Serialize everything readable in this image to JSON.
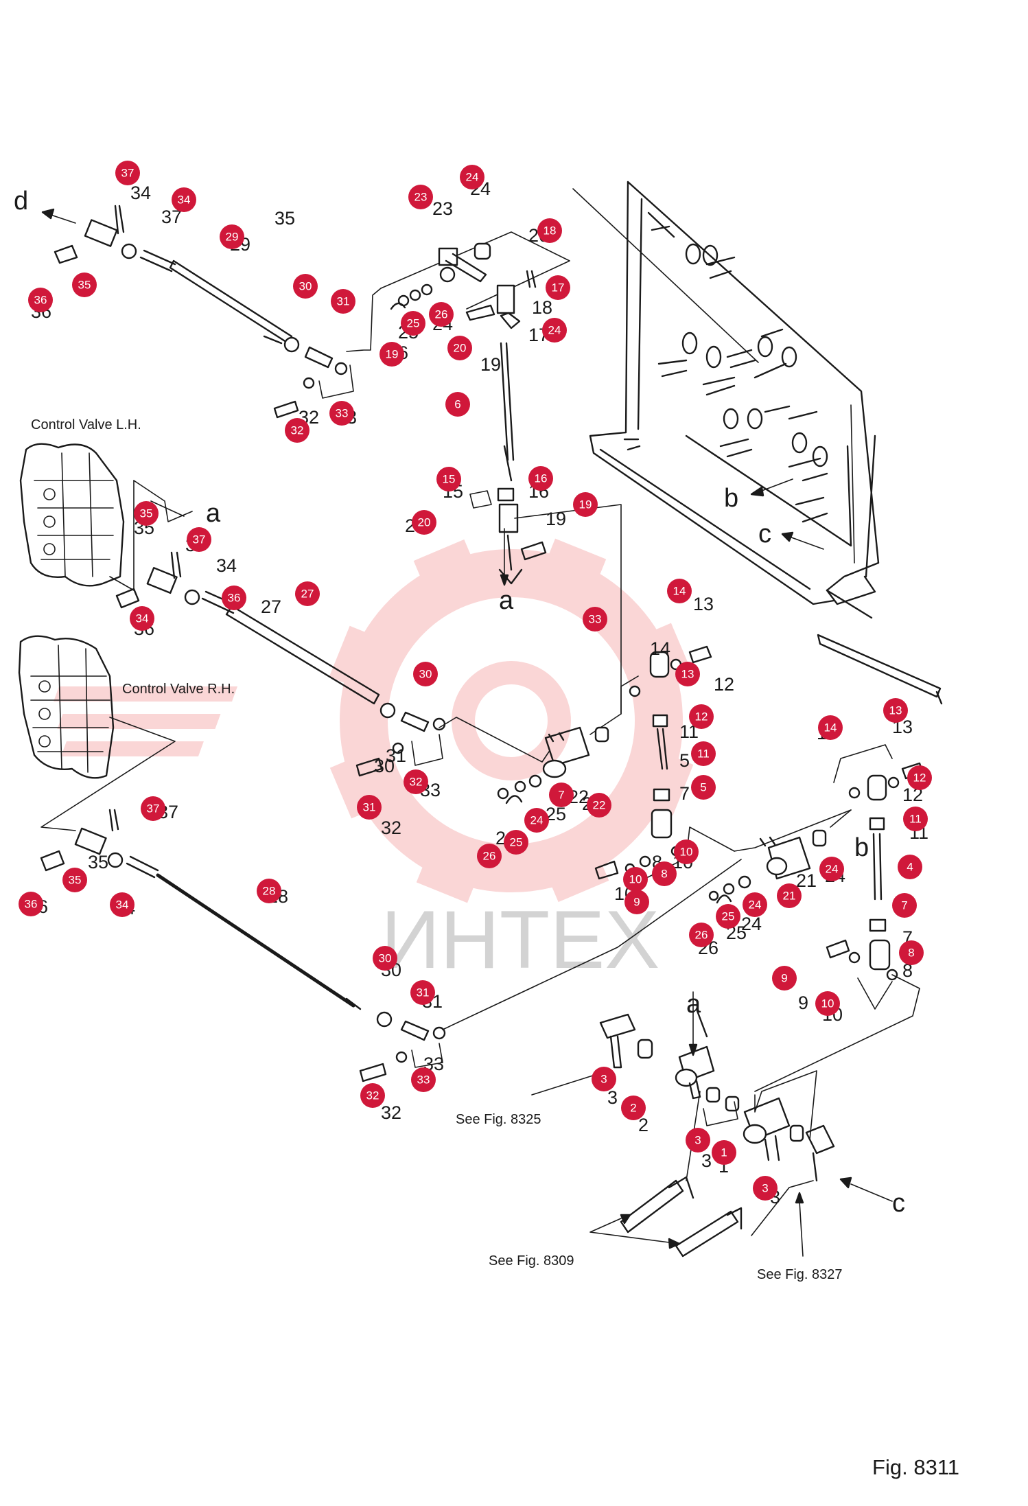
{
  "figure_label": "Fig. 8311",
  "watermark": "ИНТЕХ",
  "captions": {
    "control_valve_lh": "Control Valve L.H.",
    "control_valve_rh": "Control Valve R.H.",
    "see_fig_8325": "See Fig. 8325",
    "see_fig_8309": "See Fig. 8309",
    "see_fig_8327": "See Fig. 8327"
  },
  "connection_letters": [
    "d",
    "a",
    "a",
    "a",
    "b",
    "b",
    "c",
    "c"
  ],
  "colors": {
    "callout": "#d0183a",
    "line": "#1a1a1a",
    "watermark": "#f6b4b4"
  },
  "callouts": [
    "37",
    "34",
    "36",
    "35",
    "29",
    "30",
    "31",
    "32",
    "33",
    "23",
    "24",
    "25",
    "26",
    "19",
    "20",
    "18",
    "17",
    "24",
    "6",
    "15",
    "16",
    "20",
    "19",
    "35",
    "37",
    "34",
    "36",
    "27",
    "30",
    "31",
    "32",
    "33",
    "14",
    "13",
    "12",
    "11",
    "5",
    "7",
    "22",
    "24",
    "25",
    "26",
    "10",
    "8",
    "9",
    "10",
    "14",
    "13",
    "12",
    "11",
    "4",
    "7",
    "8",
    "24",
    "21",
    "24",
    "25",
    "26",
    "10",
    "9",
    "37",
    "35",
    "34",
    "36",
    "28",
    "30",
    "31",
    "33",
    "32",
    "3",
    "2",
    "3",
    "1",
    "3"
  ],
  "printed_numbers": [
    "24",
    "23",
    "20",
    "18",
    "17",
    "35",
    "37",
    "34",
    "29",
    "36",
    "33",
    "32",
    "25",
    "24",
    "26",
    "19",
    "15",
    "16",
    "20",
    "19",
    "35",
    "37",
    "34",
    "36",
    "27",
    "30",
    "31",
    "33",
    "32",
    "13",
    "14",
    "12",
    "11",
    "5",
    "7",
    "10",
    "8",
    "9",
    "10",
    "22",
    "24",
    "25",
    "26",
    "14",
    "13",
    "12",
    "11",
    "4",
    "7",
    "8",
    "9",
    "10",
    "21",
    "24",
    "26",
    "25",
    "24",
    "37",
    "35",
    "34",
    "36",
    "28",
    "30",
    "31",
    "33",
    "32",
    "3",
    "2",
    "3",
    "1",
    "3"
  ]
}
